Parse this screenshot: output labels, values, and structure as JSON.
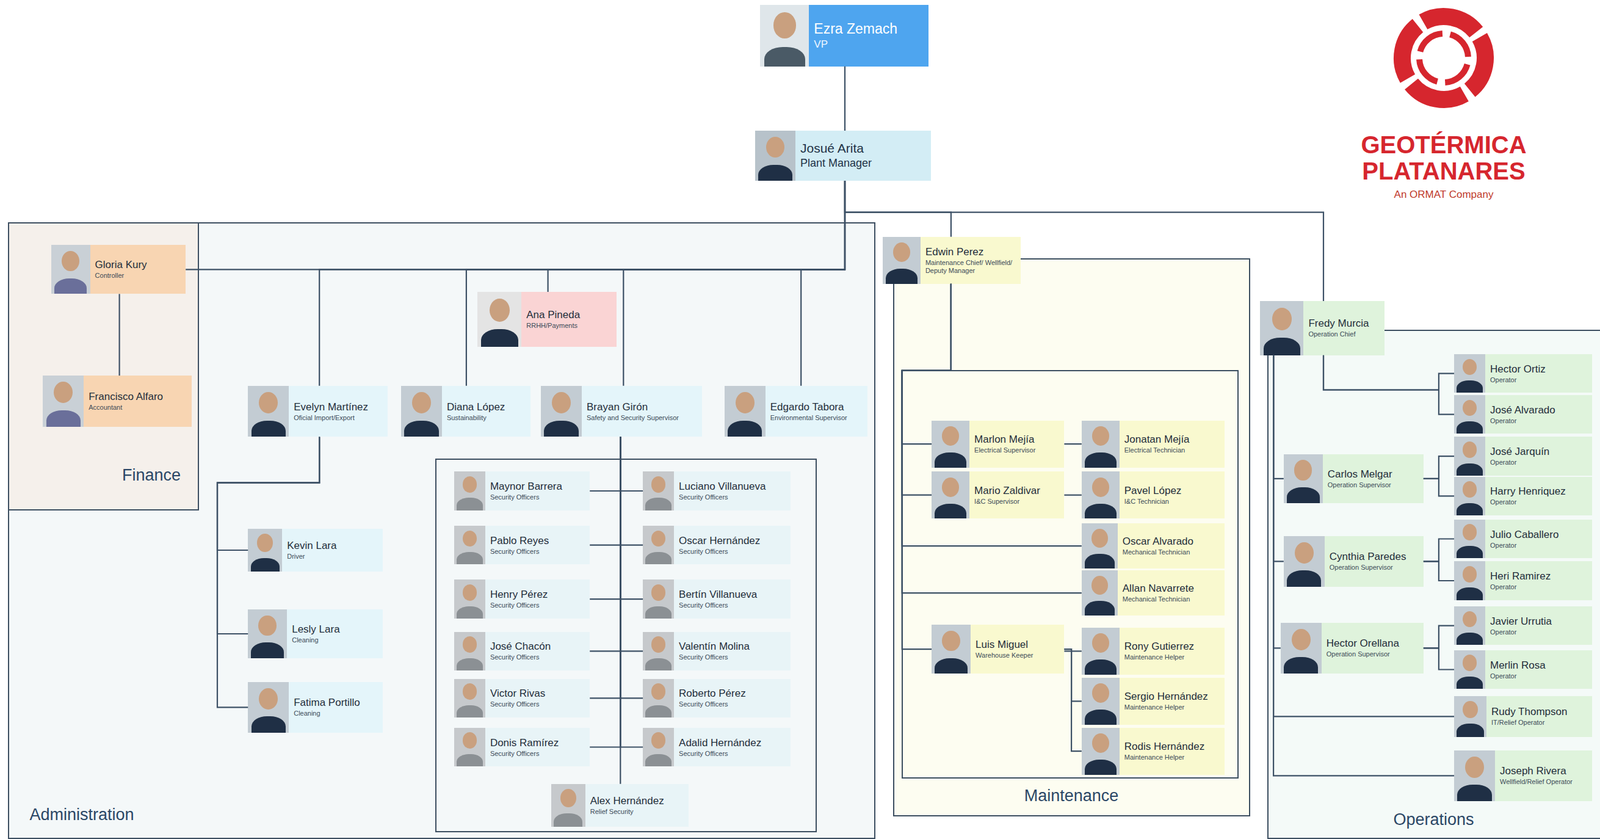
{
  "diagram": {
    "nodes": [
      {
        "text": [
          "Ezra Zemach",
          "VP"
        ]
      },
      {
        "text": [
          "Josué Arita",
          "Plant Manager"
        ]
      },
      {
        "text": [
          "Administration"
        ]
      },
      {
        "text": [
          "Finance"
        ],
        "in": 2
      },
      {
        "text": [
          "Gloria Kury",
          "Controller"
        ],
        "in": 3
      },
      {
        "text": [
          "Francisco Alfaro",
          "Accountant"
        ],
        "in": 3
      },
      {
        "text": [
          "Ana Pineda",
          "RRHH/Payments"
        ],
        "in": 2
      },
      {
        "text": [
          "Evelyn Martínez",
          "Oficial Import/Export"
        ],
        "in": 2
      },
      {
        "text": [
          "Diana López",
          "Sustainability"
        ],
        "in": 2
      },
      {
        "text": [
          "Brayan Girón",
          "Safety and Security Supervisor"
        ],
        "in": 2
      },
      {
        "text": [
          "Edgardo Tabora",
          "Environmental Supervisor"
        ],
        "in": 2
      },
      {
        "text": [
          "Kevin Lara",
          "Driver"
        ],
        "in": 2
      },
      {
        "text": [
          "Lesly Lara",
          "Cleaning"
        ],
        "in": 2
      },
      {
        "text": [
          "Fatima Portillo",
          "Cleaning"
        ],
        "in": 2
      },
      {
        "text": [
          "Maynor Barrera",
          "Security Officers"
        ],
        "in": 2
      },
      {
        "text": [
          "Luciano Villanueva",
          "Security Officers"
        ],
        "in": 2
      },
      {
        "text": [
          "Pablo Reyes",
          "Security Officers"
        ],
        "in": 2
      },
      {
        "text": [
          "Oscar Hernández",
          "Security Officers"
        ],
        "in": 2
      },
      {
        "text": [
          "Henry Pérez",
          "Security Officers"
        ],
        "in": 2
      },
      {
        "text": [
          "Bertín Villanueva",
          "Security Officers"
        ],
        "in": 2
      },
      {
        "text": [
          "José Chacón",
          "Security Officers"
        ],
        "in": 2
      },
      {
        "text": [
          "Valentín Molina",
          "Security Officers"
        ],
        "in": 2
      },
      {
        "text": [
          "Victor Rivas",
          "Security Officers"
        ],
        "in": 2
      },
      {
        "text": [
          "Roberto Pérez",
          "Security Officers"
        ],
        "in": 2
      },
      {
        "text": [
          "Donis Ramírez",
          "Security Officers"
        ],
        "in": 2
      },
      {
        "text": [
          "Adalid Hernández",
          "Security Officers"
        ],
        "in": 2
      },
      {
        "text": [
          "Alex Hernández",
          "Relief Security"
        ],
        "in": 2
      },
      {
        "text": [
          "Edwin Perez",
          "Maintenance Chief/ Wellfield/ Deputy Manager"
        ]
      },
      {
        "text": [
          "Maintenance"
        ]
      },
      {
        "text": [
          "Marlon Mejía",
          "Electrical Supervisor"
        ],
        "in": 28
      },
      {
        "text": [
          "Jonatan Mejía",
          "Electrical Technician"
        ],
        "in": 28
      },
      {
        "text": [
          "Mario Zaldivar",
          "I&C Supervisor"
        ],
        "in": 28
      },
      {
        "text": [
          "Pavel López",
          "I&C Technician"
        ],
        "in": 28
      },
      {
        "text": [
          "Oscar Alvarado",
          "Mechanical Technician"
        ],
        "in": 28
      },
      {
        "text": [
          "Allan Navarrete",
          "Mechanical Technician"
        ],
        "in": 28
      },
      {
        "text": [
          "Luis Miguel",
          "Warehouse Keeper"
        ],
        "in": 28
      },
      {
        "text": [
          "Rony Gutierrez",
          "Maintenance Helper"
        ],
        "in": 28
      },
      {
        "text": [
          "Sergio Hernández",
          "Maintenance Helper"
        ],
        "in": 28
      },
      {
        "text": [
          "Rodis Hernández",
          "Maintenance Helper"
        ],
        "in": 28
      },
      {
        "text": [
          "Fredy Murcia",
          "Operation Chief"
        ]
      },
      {
        "text": [
          "Operations"
        ]
      },
      {
        "text": [
          "Hector Ortiz",
          "Operator"
        ],
        "in": 40
      },
      {
        "text": [
          "José Alvarado",
          "Operator"
        ],
        "in": 40
      },
      {
        "text": [
          "Carlos Melgar",
          "Operation Supervisor"
        ],
        "in": 40
      },
      {
        "text": [
          "José Jarquín",
          "Operator"
        ],
        "in": 40
      },
      {
        "text": [
          "Harry Henriquez",
          "Operator"
        ],
        "in": 40
      },
      {
        "text": [
          "Cynthia Paredes",
          "Operation Supervisor"
        ],
        "in": 40
      },
      {
        "text": [
          "Julio Caballero",
          "Operator"
        ],
        "in": 40
      },
      {
        "text": [
          "Heri Ramirez",
          "Operator"
        ],
        "in": 40
      },
      {
        "text": [
          "Hector Orellana",
          "Operation Supervisor"
        ],
        "in": 40
      },
      {
        "text": [
          "Javier Urrutia",
          "Operator"
        ],
        "in": 40
      },
      {
        "text": [
          "Merlin Rosa",
          "Operator"
        ],
        "in": 40
      },
      {
        "text": [
          "Rudy Thompson",
          "IT/Relief Operator"
        ],
        "in": 40
      },
      {
        "text": [
          "Joseph Rivera",
          "Wellfield/Relief Operator"
        ],
        "in": 40
      }
    ],
    "edges": [
      {
        "from": 0,
        "to": 1,
        "arrow": "none"
      },
      {
        "from": 1,
        "to": 4,
        "arrow": "none"
      },
      {
        "from": 1,
        "to": 7,
        "arrow": "none"
      },
      {
        "from": 1,
        "to": 8,
        "arrow": "none"
      },
      {
        "from": 1,
        "to": 6,
        "arrow": "none"
      },
      {
        "from": 1,
        "to": 9,
        "arrow": "none"
      },
      {
        "from": 1,
        "to": 10,
        "arrow": "none"
      },
      {
        "from": 1,
        "to": 27,
        "arrow": "none"
      },
      {
        "from": 1,
        "to": 39,
        "arrow": "none"
      },
      {
        "from": 4,
        "to": 5,
        "arrow": "none"
      },
      {
        "from": 7,
        "to": 11,
        "arrow": "none"
      },
      {
        "from": 7,
        "to": 12,
        "arrow": "none"
      },
      {
        "from": 7,
        "to": 13,
        "arrow": "none"
      },
      {
        "from": 9,
        "to": 14,
        "arrow": "none"
      },
      {
        "from": 9,
        "to": 15,
        "arrow": "none"
      },
      {
        "from": 9,
        "to": 16,
        "arrow": "none"
      },
      {
        "from": 9,
        "to": 17,
        "arrow": "none"
      },
      {
        "from": 9,
        "to": 18,
        "arrow": "none"
      },
      {
        "from": 9,
        "to": 19,
        "arrow": "none"
      },
      {
        "from": 9,
        "to": 20,
        "arrow": "none"
      },
      {
        "from": 9,
        "to": 21,
        "arrow": "none"
      },
      {
        "from": 9,
        "to": 22,
        "arrow": "none"
      },
      {
        "from": 9,
        "to": 23,
        "arrow": "none"
      },
      {
        "from": 9,
        "to": 24,
        "arrow": "none"
      },
      {
        "from": 9,
        "to": 25,
        "arrow": "none"
      },
      {
        "from": 9,
        "to": 26,
        "arrow": "none"
      },
      {
        "from": 27,
        "to": 29,
        "arrow": "none"
      },
      {
        "from": 27,
        "to": 31,
        "arrow": "none"
      },
      {
        "from": 27,
        "to": 33,
        "arrow": "none"
      },
      {
        "from": 27,
        "to": 34,
        "arrow": "none"
      },
      {
        "from": 27,
        "to": 35,
        "arrow": "none"
      },
      {
        "from": 29,
        "to": 30,
        "arrow": "none"
      },
      {
        "from": 31,
        "to": 32,
        "arrow": "none"
      },
      {
        "from": 35,
        "to": 36,
        "arrow": "none"
      },
      {
        "from": 35,
        "to": 37,
        "arrow": "none"
      },
      {
        "from": 35,
        "to": 38,
        "arrow": "none"
      },
      {
        "from": 39,
        "to": 41,
        "arrow": "none"
      },
      {
        "from": 39,
        "to": 42,
        "arrow": "none"
      },
      {
        "from": 39,
        "to": 43,
        "arrow": "none"
      },
      {
        "from": 39,
        "to": 46,
        "arrow": "none"
      },
      {
        "from": 39,
        "to": 49,
        "arrow": "none"
      },
      {
        "from": 39,
        "to": 52,
        "arrow": "none"
      },
      {
        "from": 39,
        "to": 53,
        "arrow": "none"
      },
      {
        "from": 43,
        "to": 44,
        "arrow": "none"
      },
      {
        "from": 43,
        "to": 45,
        "arrow": "none"
      },
      {
        "from": 46,
        "to": 47,
        "arrow": "none"
      },
      {
        "from": 46,
        "to": 48,
        "arrow": "none"
      },
      {
        "from": 49,
        "to": 50,
        "arrow": "none"
      },
      {
        "from": 49,
        "to": 51,
        "arrow": "none"
      }
    ],
    "labels": [
      "GEOTÉRMICA PLATANARES",
      "An ORMAT Company"
    ]
  }
}
